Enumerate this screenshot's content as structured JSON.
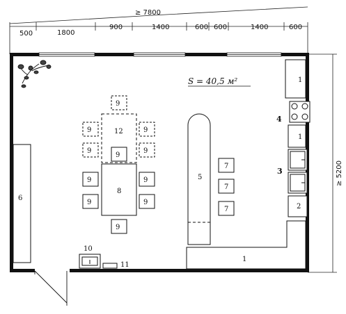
{
  "plan": {
    "area_label": "S = 40,5 м²",
    "total_width": "≥ 7800",
    "total_height": "≥ 5200",
    "top_dimensions": [
      "500",
      "1800",
      "900",
      "1400",
      "600",
      "600",
      "1400",
      "600"
    ]
  },
  "items": {
    "counter_bottom": "1",
    "counter_top_right": "1",
    "counter_right_mid": "1",
    "cabinet_2": "2",
    "sink_3": "3",
    "stove_4": "4",
    "island_5": "5",
    "sideboard_6": "6",
    "stool_7": "7",
    "table_8": "8",
    "chair_9": "9",
    "extension_table_12": "12",
    "item_10": "10",
    "item_11": "11"
  }
}
